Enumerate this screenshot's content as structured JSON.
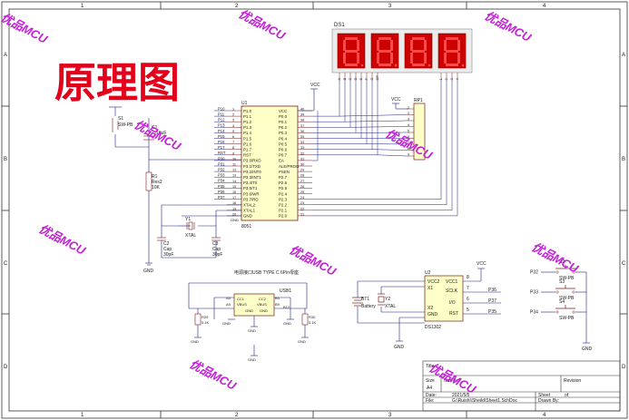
{
  "frame": {
    "col_numbers": [
      "1",
      "2",
      "3",
      "4"
    ],
    "row_letters": [
      "A",
      "B",
      "C",
      "D"
    ]
  },
  "title_block": {
    "big_title": "原理图",
    "title_label": "Title",
    "size_label": "Size",
    "size_value": "A4",
    "number_label": "Number",
    "revision_label": "Revision",
    "date_label": "Date:",
    "date_value": "2021/5/5",
    "sheet_label": "Sheet",
    "sheet_of": "of",
    "file_label": "File:",
    "file_value": "G:\\Ruishi\\Sheild\\Sheet1.SchDoc",
    "drawn_label": "Drawn By:"
  },
  "watermark": "优品MCU",
  "display": {
    "ref": "DS1",
    "segment_pins": [
      "A",
      "B",
      "C",
      "D",
      "E",
      "F",
      "G",
      "DP"
    ],
    "digit_pins": [
      "1",
      "2",
      "3",
      "4"
    ],
    "digits": 4
  },
  "mcu": {
    "ref": "U1",
    "part": "8051",
    "left_pin_names": [
      "P1.0",
      "P1.1",
      "P1.2",
      "P1.3",
      "P1.4",
      "P1.5",
      "P1.6",
      "P1.7",
      "RST",
      "P3.0/RXD",
      "P3.1/TXD",
      "P3.2/INT0",
      "P3.3/INT1",
      "P3.4/T0",
      "P3.5/T1",
      "P3.6/WR",
      "P3.7/RD",
      "XTAL2",
      "XTAL1",
      "GND"
    ],
    "left_pin_nums": [
      "1",
      "2",
      "3",
      "4",
      "5",
      "6",
      "7",
      "8",
      "9",
      "10",
      "11",
      "12",
      "13",
      "14",
      "15",
      "16",
      "17",
      "18",
      "19",
      "20"
    ],
    "left_net_labels": [
      "P10",
      "P11",
      "P12",
      "P13",
      "P14",
      "P15",
      "P16",
      "P17",
      "RST",
      "P30",
      "P31",
      "P32",
      "P33",
      "P34",
      "P35",
      "P36",
      "P37"
    ],
    "right_pin_names": [
      "VCC",
      "P0.0",
      "P0.1",
      "P0.2",
      "P0.3",
      "P0.4",
      "P0.5",
      "P0.6",
      "P0.7",
      "EA",
      "ALE/PROG",
      "PSEN",
      "P2.7",
      "P2.6",
      "P2.5",
      "P2.4",
      "P2.3",
      "P2.2",
      "P2.1",
      "P2.0"
    ],
    "right_pin_nums": [
      "40",
      "39",
      "38",
      "37",
      "36",
      "35",
      "34",
      "33",
      "32",
      "31",
      "30",
      "29",
      "28",
      "27",
      "26",
      "25",
      "24",
      "23",
      "22",
      "21"
    ]
  },
  "power": {
    "vcc": "VCC",
    "gnd": "GND"
  },
  "resistor_pack": {
    "ref": "RP1",
    "pins": [
      "1",
      "2",
      "3",
      "4",
      "5",
      "6",
      "7",
      "8",
      "9"
    ]
  },
  "reset": {
    "switch_ref": "S1",
    "switch_part": "SW-PB",
    "cap_ref": "C1",
    "cap_value": "10uF",
    "res_ref": "R1",
    "res_part": "Res2",
    "res_value": "10K"
  },
  "crystal": {
    "ref": "Y1",
    "part": "XTAL",
    "c2_ref": "C2",
    "c2_part": "Cap",
    "c2_value": "30pF",
    "c3_ref": "C3",
    "c3_part": "Cap",
    "c3_value": "30pF"
  },
  "usb": {
    "caption": "电源接口USB TYPE C 6Pin母座",
    "ref": "USB1",
    "pin_labels_left": [
      "A5",
      "CC1",
      "A9",
      "VBUS",
      "GND"
    ],
    "pin_labels_right": [
      "B5",
      "CC2",
      "B9",
      "VBUS",
      "GND"
    ],
    "right_nums": [
      "B5",
      "B12"
    ],
    "r29_ref": "R29",
    "r29_value": "5.1K",
    "r30_ref": "R30",
    "r30_value": "5.1K"
  },
  "rtc": {
    "ref": "U2",
    "part": "DS1302",
    "left_pins": [
      "VCC2",
      "X1",
      "X2",
      "GND"
    ],
    "right_pins": [
      "VCC1",
      "SCLK",
      "I/O",
      "RST"
    ],
    "right_nums": [
      "8",
      "7",
      "6",
      "5"
    ],
    "left_nums": [
      "1",
      "2",
      "3",
      "4"
    ],
    "net_labels": [
      "P36",
      "P37",
      "P35"
    ],
    "battery_ref": "BT1",
    "battery_part": "Battery",
    "xtal_ref": "Y2",
    "xtal_part": "XTAL"
  },
  "buttons": {
    "items": [
      {
        "ref": "S2",
        "part": "SW-PB",
        "net": "P32"
      },
      {
        "ref": "S3",
        "part": "SW-PB",
        "net": "P33"
      },
      {
        "ref": "S4",
        "part": "SW-PB",
        "net": "P34"
      }
    ]
  },
  "colors": {
    "wire": "#1d1d8a",
    "component": "#7a1a1a",
    "chip_fill": "#ffffc8",
    "display_fill": "#cc0000",
    "watermark": "#c21fd6",
    "title_red": "#e3001b",
    "title_bg": "#ffffff"
  }
}
